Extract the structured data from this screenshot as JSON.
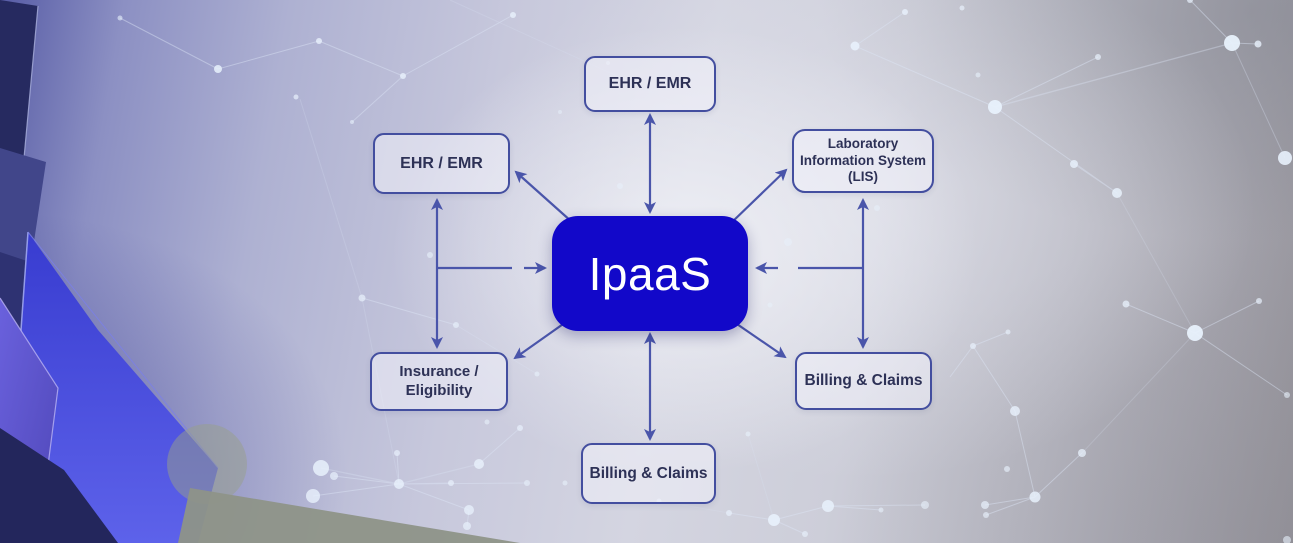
{
  "diagram": {
    "center": {
      "label": "IpaaS"
    },
    "nodes": [
      {
        "id": "ehr-top",
        "label": "EHR / EMR"
      },
      {
        "id": "ehr-left",
        "label": "EHR / EMR"
      },
      {
        "id": "lis",
        "label": "Laboratory\nInformation System\n(LIS)"
      },
      {
        "id": "insurance",
        "label": "Insurance /\nEligibility"
      },
      {
        "id": "billing-right",
        "label": "Billing & Claims"
      },
      {
        "id": "billing-bottom",
        "label": "Billing & Claims"
      }
    ],
    "connections": [
      {
        "from": "center",
        "to": "ehr-top",
        "direction": "bidirectional"
      },
      {
        "from": "center",
        "to": "billing-bottom",
        "direction": "bidirectional"
      },
      {
        "from": "center",
        "to": "ehr-left",
        "direction": "to-node"
      },
      {
        "from": "center",
        "to": "lis",
        "direction": "to-node"
      },
      {
        "from": "center",
        "to": "insurance",
        "direction": "to-node"
      },
      {
        "from": "center",
        "to": "billing-right",
        "direction": "to-node"
      },
      {
        "from": "left-elbow",
        "to": "center",
        "direction": "to-center"
      },
      {
        "from": "right-elbow",
        "to": "center",
        "direction": "to-center"
      }
    ]
  },
  "theme": {
    "center_fill": "#1208c9",
    "center_text": "#ffffff",
    "box_border": "#434e9f",
    "label_color": "#2d3156",
    "arrow_color": "#4a55aa"
  }
}
